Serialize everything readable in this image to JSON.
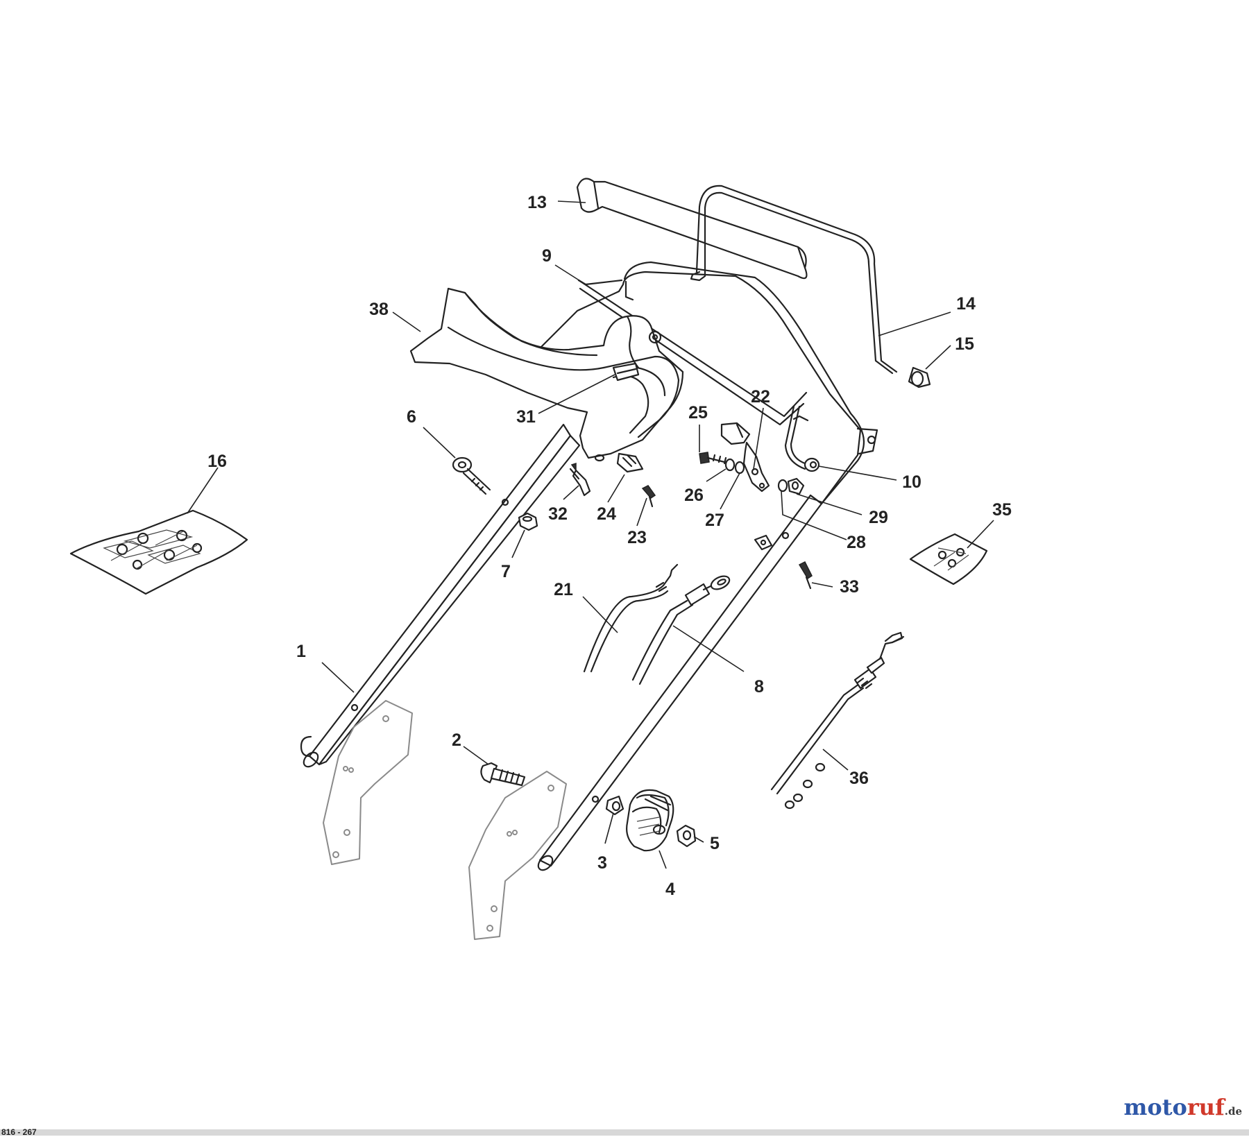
{
  "diagram": {
    "callouts": [
      "1",
      "2",
      "3",
      "4",
      "5",
      "6",
      "7",
      "8",
      "9",
      "10",
      "13",
      "14",
      "15",
      "16",
      "21",
      "22",
      "23",
      "24",
      "25",
      "26",
      "27",
      "28",
      "29",
      "31",
      "32",
      "33",
      "35",
      "36",
      "38"
    ]
  },
  "watermark": {
    "part1": "moto",
    "part2": "ruf",
    "part3": ".de"
  },
  "footer": {
    "code": "816 - 267"
  }
}
